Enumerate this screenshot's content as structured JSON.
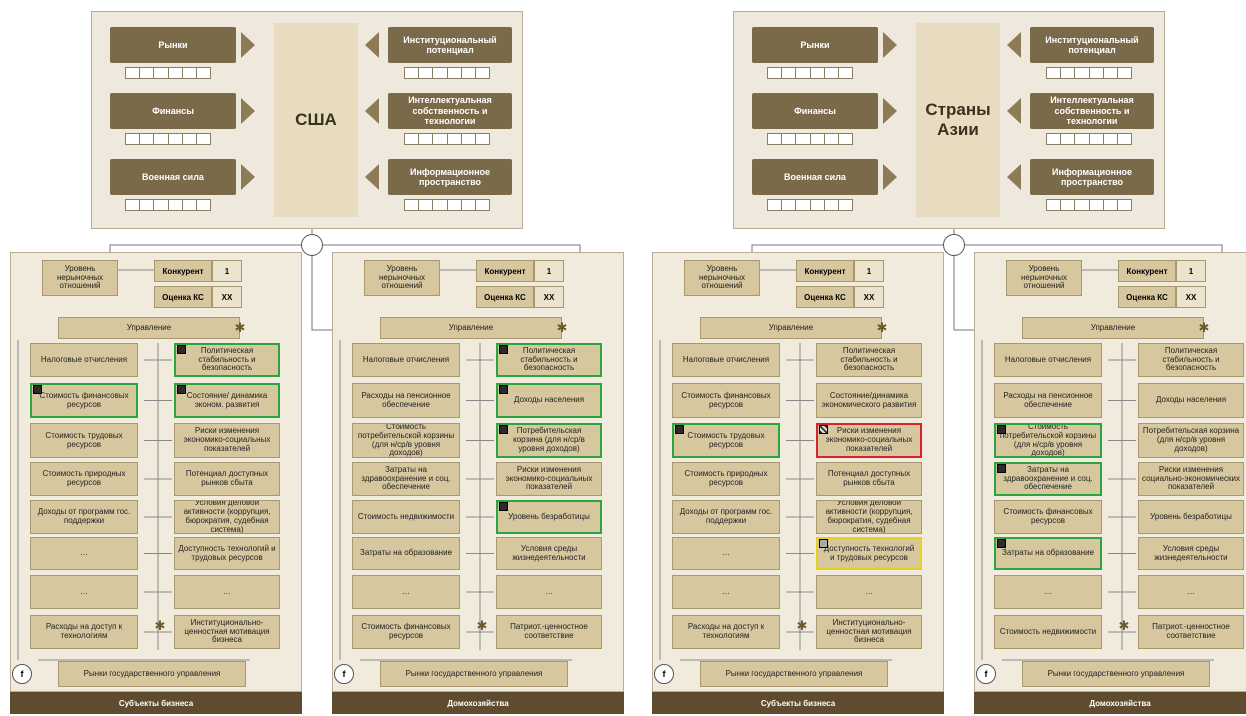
{
  "diagrams": [
    {
      "country": "США",
      "left_pills": [
        "Рынки",
        "Финансы",
        "Военная сила"
      ],
      "right_pills": [
        "Институциональный потенциал",
        "Интеллектуальная собственность и технологии",
        "Информационное пространство"
      ],
      "panels": [
        {
          "footer": "Субъекты бизнеса",
          "nerynochnye": "Уровень нерыночных отношений",
          "konkurent_label": "Конкурент",
          "konkurent_value": "1",
          "ocenka_label": "Оценка КС",
          "ocenka_value": "XX",
          "upravlenie": "Управление",
          "left": [
            "Налоговые отчисления",
            "Стоимость финансовых ресурсов",
            "Стоимость трудовых ресурсов",
            "Стоимость природных ресурсов",
            "Доходы от программ гос. поддержки",
            "…",
            "…",
            "Расходы на доступ к технологиям"
          ],
          "right": [
            "Политическая стабильность и безопасность",
            "Состояние/ динамика эконом. развития",
            "Риски изменения экономико-социальных показателей",
            "Потенциал доступных рынков сбыта",
            "Условия деловой активности (коррупция, бюрократия, судебная система)",
            "Доступность технологий и трудовых ресурсов",
            "…",
            "Институционально-ценностная мотивация бизнеса"
          ],
          "bottom": "Рынки государственного управления",
          "f": "f"
        },
        {
          "footer": "Домохозяйства",
          "nerynochnye": "Уровень нерыночных отношений",
          "konkurent_label": "Конкурент",
          "konkurent_value": "1",
          "ocenka_label": "Оценка КС",
          "ocenka_value": "XX",
          "upravlenie": "Управление",
          "left": [
            "Налоговые отчисления",
            "Расходы на пенсионное обеспечение",
            "Стоимость потребительской корзины (для н/ср/в уровня доходов)",
            "Затраты на здравоохранение и соц. обеспечение",
            "Стоимость недвижимости",
            "Затраты на образование",
            "…",
            "Стоимость финансовых ресурсов"
          ],
          "right": [
            "Политическая стабильность и безопасность",
            "Доходы населения",
            "Потребительская корзина (для н/ср/в уровня доходов)",
            "Риски изменения экономико-социальных показателей",
            "Уровень безработицы",
            "Условия среды жизнедеятельности",
            "…",
            "Патриот.-ценностное соответствие"
          ],
          "bottom": "Рынки государственного управления",
          "f": "f"
        }
      ]
    },
    {
      "country": "Страны Азии",
      "left_pills": [
        "Рынки",
        "Финансы",
        "Военная сила"
      ],
      "right_pills": [
        "Институциональный потенциал",
        "Интеллектуальная собственность и технологии",
        "Информационное пространство"
      ],
      "panels": [
        {
          "footer": "Субъекты бизнеса",
          "nerynochnye": "Уровень нерыночных отношений",
          "konkurent_label": "Конкурент",
          "konkurent_value": "1",
          "ocenka_label": "Оценка КС",
          "ocenka_value": "XX",
          "upravlenie": "Управление",
          "left": [
            "Налоговые отчисления",
            "Стоимость финансовых ресурсов",
            "Стоимость трудовых ресурсов",
            "Стоимость природных ресурсов",
            "Доходы от программ гос. поддержки",
            "…",
            "…",
            "Расходы на доступ к технологиям"
          ],
          "right": [
            "Политическая стабильность и безопасность",
            "Состояние/динамика экономического развития",
            "Риски изменения экономико-социальных показателей",
            "Потенциал доступных рынков сбыта",
            "Условия деловой активности (коррупция, бюрократия, судебная система)",
            "Доступность технологий и трудовых ресурсов",
            "…",
            "Институционально-ценностная мотивация бизнеса"
          ],
          "bottom": "Рынки государственного управления",
          "f": "f"
        },
        {
          "footer": "Домохозяйства",
          "nerynochnye": "Уровень нерыночных отношений",
          "konkurent_label": "Конкурент",
          "konkurent_value": "1",
          "ocenka_label": "Оценка КС",
          "ocenka_value": "XX",
          "upravlenie": "Управление",
          "left": [
            "Налоговые отчисления",
            "Расходы на пенсионное обеспечение",
            "Стоимость потребительской корзины (для н/ср/в уровня доходов)",
            "Затраты на здравоохранение и соц. обеспечение",
            "Стоимость финансовых ресурсов",
            "Затраты на образование",
            "…",
            "Стоимость недвижимости"
          ],
          "right": [
            "Политическая стабильность и безопасность",
            "Доходы населения",
            "Потребительская корзина (для н/ср/в уровня доходов)",
            "Риски изменения социально-экономических показателей",
            "Уровень безработицы",
            "Условия среды жизнедеятельности",
            "…",
            "Патриот.-ценностное соответствие"
          ],
          "bottom": "Рынки государственного управления",
          "f": "f"
        }
      ]
    }
  ],
  "highlights": {
    "colors": {
      "green": "#2ca53f",
      "red": "#d9232a",
      "yellow": "#e8d020"
    }
  }
}
